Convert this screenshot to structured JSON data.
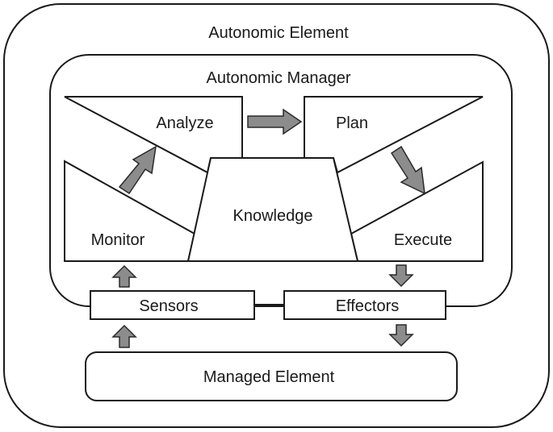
{
  "diagram": {
    "autonomic_element": "Autonomic Element",
    "autonomic_manager": "Autonomic Manager",
    "analyze": "Analyze",
    "plan": "Plan",
    "monitor": "Monitor",
    "execute": "Execute",
    "knowledge": "Knowledge",
    "sensors": "Sensors",
    "effectors": "Effectors",
    "managed_element": "Managed Element"
  },
  "colors": {
    "stroke": "#1a1a1a",
    "arrow_fill": "#8c8c8c",
    "background": "#ffffff"
  }
}
